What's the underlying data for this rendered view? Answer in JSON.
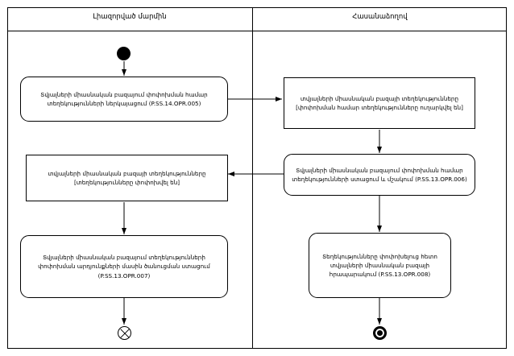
{
  "diagram": {
    "lanes": [
      {
        "title": "Լիազորված մարմին"
      },
      {
        "title": "Հասանաձողով"
      }
    ],
    "nodes": [
      {
        "id": "start",
        "type": "initial-node",
        "label": ""
      },
      {
        "id": "a1",
        "type": "action",
        "label": "Տվյալների միասնական բազայում փոփոխման համար\nտեղեկությունների ներկայացում (P.SS.14.OPR.005)"
      },
      {
        "id": "b1",
        "type": "action",
        "label": "տվյալների միասնական բազայի տեղեկությունները\n[փոփոխման համար տեղեկությունները ուղարկվել են]"
      },
      {
        "id": "b2",
        "type": "action",
        "label": "Տվյալների միասնական բազայում փոփոխման համար\nտեղեկությունների ստացում և մշակում (P.SS.13.OPR.006)"
      },
      {
        "id": "a2",
        "type": "action",
        "label": "տվյալների միասնական բազայի տեղեկությունները\n[տեղեկությունները փոփոխվել են]"
      },
      {
        "id": "a3",
        "type": "action",
        "label": "Տվյալների միասնական բազայում տեղեկությունների\nփոփոխման արդյունքների մասին ծանուցման ստացում\n(P.SS.13.OPR.007)"
      },
      {
        "id": "b3",
        "type": "action",
        "label": "Տեղեկությունները փոփոխելուց հետո\nտվյալների միասնական բազայի\nհրապարակում (P.SS.13.OPR.008)"
      },
      {
        "id": "end-left",
        "type": "flow-final-node",
        "label": ""
      },
      {
        "id": "end-right",
        "type": "activity-final-node",
        "label": ""
      }
    ],
    "colors": {
      "line": "#000000",
      "background": "#ffffff"
    }
  }
}
